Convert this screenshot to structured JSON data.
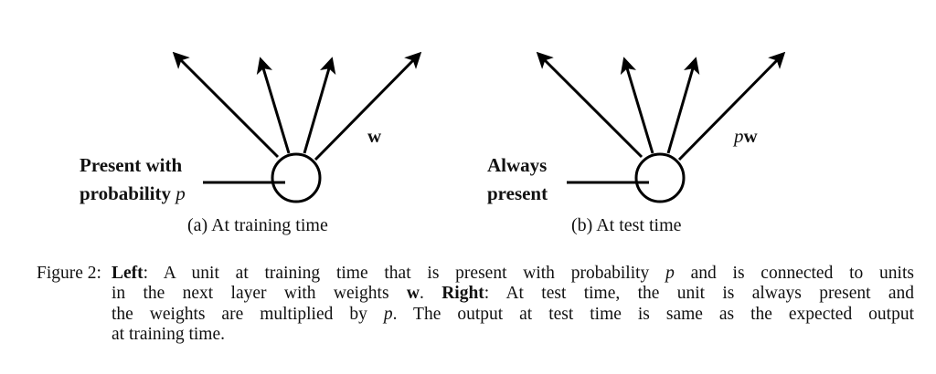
{
  "left": {
    "label_line1": "Present with",
    "label_line2": "probability",
    "label_var": "p",
    "weight_label": "w",
    "subcaption": "(a) At training time"
  },
  "right": {
    "label_line1": "Always",
    "label_line2": "present",
    "weight_var": "p",
    "weight_label": "w",
    "subcaption": "(b) At test time"
  },
  "caption": {
    "prefix": "Figure 2:",
    "lines": [
      [
        {
          "b": "Left"
        },
        {
          "t": ": A unit at training time that is present with probability "
        },
        {
          "i": "p"
        },
        {
          "t": " and is connected to units"
        }
      ],
      [
        {
          "t": "in the next layer with weights "
        },
        {
          "b": "w"
        },
        {
          "t": ". "
        },
        {
          "b": "Right"
        },
        {
          "t": ": At test time, the unit is always present and"
        }
      ],
      [
        {
          "t": "the weights are multiplied by "
        },
        {
          "i": "p"
        },
        {
          "t": ". The output at test time is same as the expected output"
        }
      ],
      [
        {
          "t": "at training time."
        }
      ]
    ]
  }
}
